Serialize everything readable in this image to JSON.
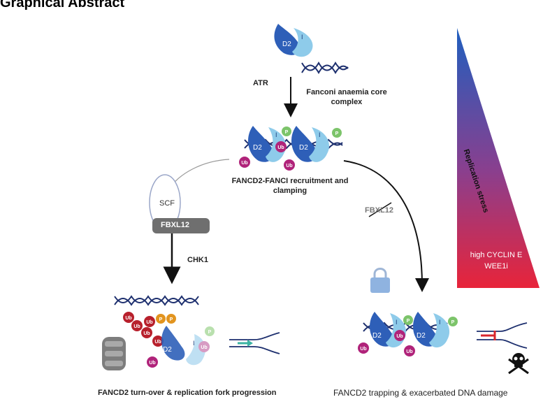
{
  "title": "Graphical Abstract",
  "labels": {
    "atr": "ATR",
    "core_complex": "Fanconi anaemia core complex",
    "recruitment": "FANCD2-FANCI recruitment and clamping",
    "scf": "SCF",
    "fbxl12": "FBXL12",
    "fbxl12_crossed": "FBXL12",
    "chk1": "CHK1",
    "replication_stress": "Replication stress",
    "high_cyclin_e": "high CYCLIN E",
    "wee1i": "WEE1i",
    "left_outcome": "FANCD2 turn-over & replication fork progression",
    "right_outcome": "FANCD2 trapping & exacerbated DNA damage"
  },
  "protein_labels": {
    "d2": "D2",
    "i": "I",
    "ub": "Ub",
    "p": "P"
  },
  "colors": {
    "fancd2": "#2e5fb8",
    "fanci": "#8ecbea",
    "ub": "#b0237a",
    "ub_red": "#b8202c",
    "p_green": "#7cc46a",
    "p_orange": "#e2941f",
    "gradient_top": "#1f5fbf",
    "gradient_bottom": "#e8243a",
    "fbxl12_box": "#6f6f6f",
    "arrow_teal": "#3bb3a3",
    "arrow_red": "#d9262c"
  }
}
